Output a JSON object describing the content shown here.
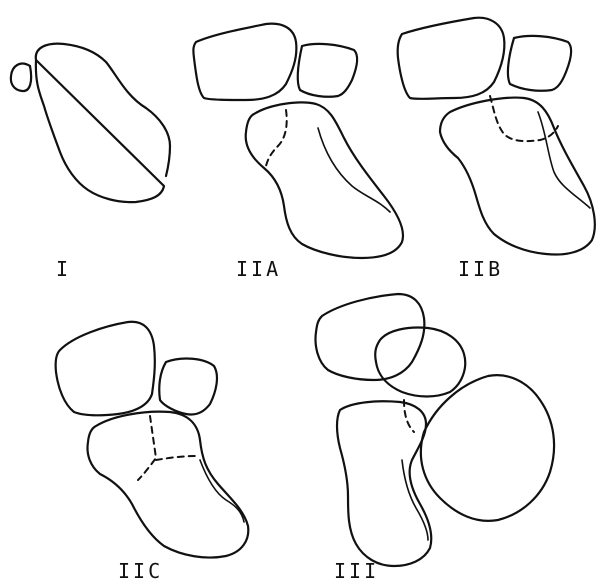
{
  "panels": [
    {
      "id": "I",
      "label": "I"
    },
    {
      "id": "IIA",
      "label": "IIA"
    },
    {
      "id": "IIB",
      "label": "IIB"
    },
    {
      "id": "IIC",
      "label": "IIC"
    },
    {
      "id": "III",
      "label": "III"
    }
  ]
}
